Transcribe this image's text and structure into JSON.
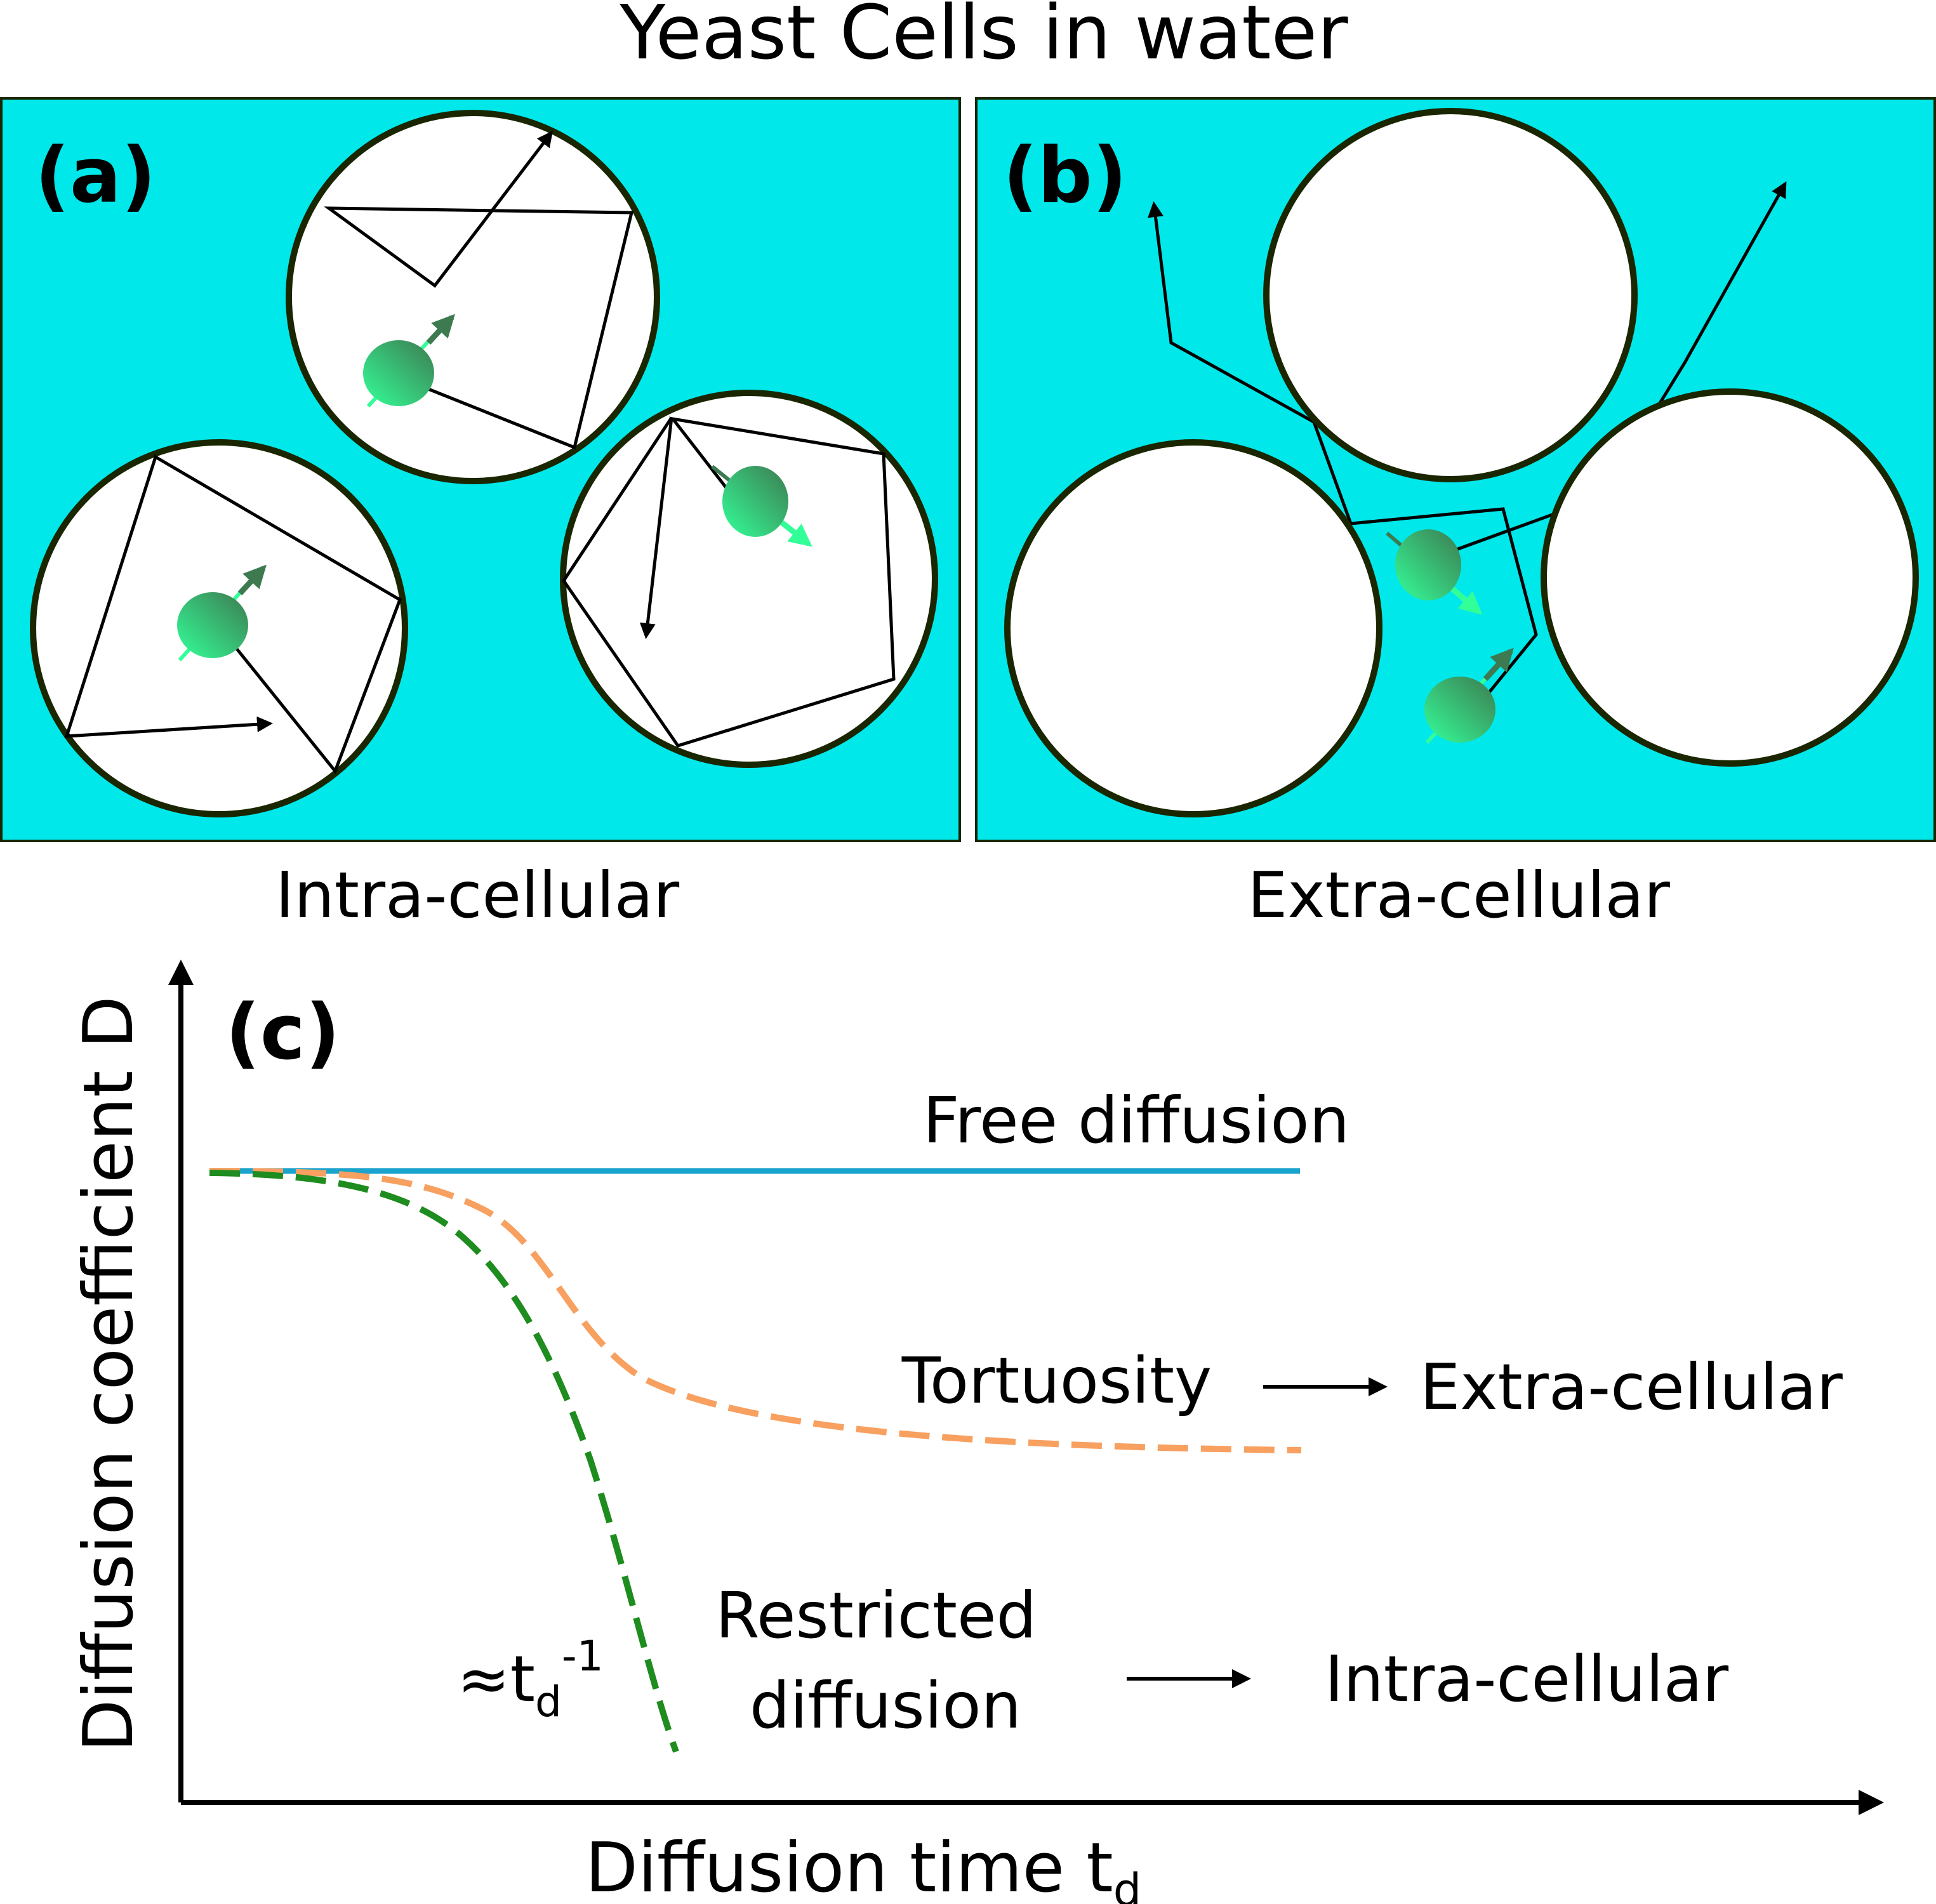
{
  "title": "Yeast Cells in water",
  "panels": {
    "a": {
      "label": "(a)",
      "caption": "Intra-cellular"
    },
    "b": {
      "label": "(b)",
      "caption": "Extra-cellular"
    },
    "c": {
      "label": "(c)"
    }
  },
  "graph": {
    "y_axis_label": "Diffusion coefficient D",
    "x_axis_label": "Diffusion time t",
    "x_axis_subscript": "d",
    "curves": {
      "free": {
        "label": "Free diffusion"
      },
      "tortuosity": {
        "label": "Tortuosity",
        "result": "Extra-cellular"
      },
      "restricted": {
        "label_line1": "Restricted",
        "label_line2": "diffusion",
        "result": "Intra-cellular"
      }
    },
    "scaling": {
      "prefix": "≈t",
      "subscript": "d",
      "superscript": "-1"
    }
  },
  "colors": {
    "water": "#00e8ea",
    "cell_outline": "#1a2600",
    "free_line": "#1aa3cc",
    "tortuosity_line": "#f7a060",
    "restricted_line": "#1e8c1e",
    "spin_light": "#33ff99",
    "spin_dark": "#3d7a50"
  }
}
